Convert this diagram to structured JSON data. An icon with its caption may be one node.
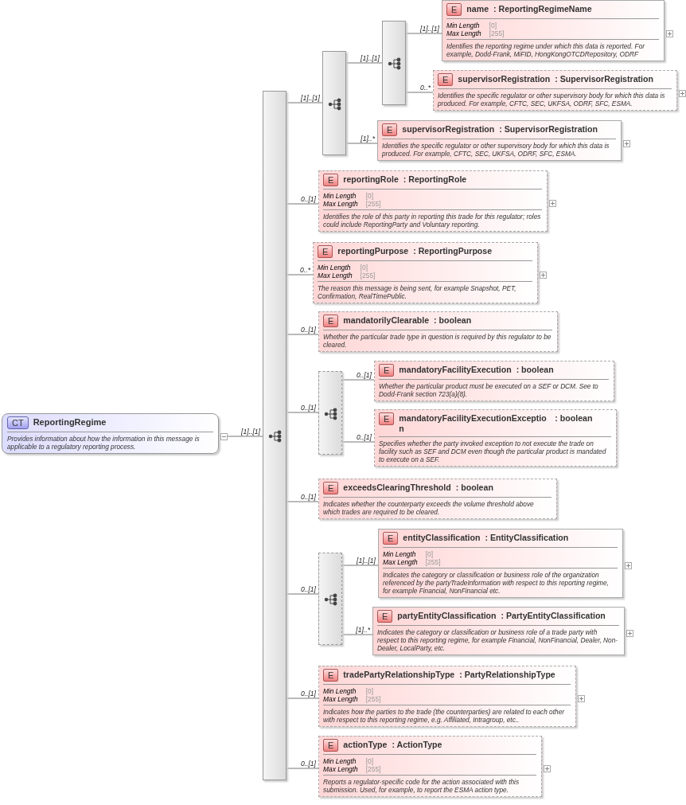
{
  "diagram": {
    "nodes": [
      {
        "text": [
          "CT",
          "ReportingRegime",
          "Provides information about how the information in this message is applicable to a regulatory reporting process."
        ]
      },
      {
        "text": [],
        "shape": "box"
      },
      {
        "text": [],
        "shape": "box"
      },
      {
        "text": [],
        "shape": "box"
      },
      {
        "text": [
          "E",
          "name",
          ": ReportingRegimeName",
          "Min Length",
          "[0]",
          "Max Length",
          "[255]",
          "Identifies the reporting regime under which this data is reported. For example, Dodd-Frank, MiFID, HongKongOTCDRepository, ODRF"
        ]
      },
      {
        "text": [
          "E",
          "supervisorRegistration",
          ": SupervisorRegistration",
          "Identifies the specific regulator or other supervisory body for which this data is produced. For example, CFTC, SEC, UKFSA, ODRF, SFC, ESMA."
        ]
      },
      {
        "text": [
          "E",
          "supervisorRegistration",
          ": SupervisorRegistration",
          "Identifies the specific regulator or other supervisory body for which this data is produced. For example, CFTC, SEC, UKFSA, ODRF, SFC, ESMA."
        ]
      },
      {
        "text": [
          "E",
          "reportingRole",
          ": ReportingRole",
          "Min Length",
          "[0]",
          "Max Length",
          "[255]",
          "Identifies the role of this party in reporting this trade for this regulator; roles could include ReportingParty and Voluntary reporting."
        ]
      },
      {
        "text": [
          "E",
          "reportingPurpose",
          ": ReportingPurpose",
          "Min Length",
          "[0]",
          "Max Length",
          "[255]",
          "The reason this message is being sent, for example Snapshot, PET, Confirmation, RealTimePublic."
        ]
      },
      {
        "text": [
          "E",
          "mandatorilyClearable",
          ": boolean",
          "Whether the particular trade type in question is required by this regulator to be cleared."
        ]
      },
      {
        "text": [],
        "shape": "box"
      },
      {
        "text": [
          "E",
          "mandatoryFacilityExecution",
          ": boolean",
          "Whether the particular product must be executed on a SEF or DCM. See to Dodd-Frank section 723(a)(8)."
        ]
      },
      {
        "text": [
          "E",
          "mandatoryFacilityExecutionException",
          ": boolean",
          "Specifies whether the party invoked exception to not execute the trade on facility such as SEF and DCM even though the particular product is mandated to execute on a SEF."
        ]
      },
      {
        "text": [
          "E",
          "exceedsClearingThreshold",
          ": boolean",
          "Indicates whether the counterparty exceeds the volume threshold above which trades are required to be cleared."
        ]
      },
      {
        "text": [],
        "shape": "box"
      },
      {
        "text": [
          "E",
          "entityClassification",
          ": EntityClassification",
          "Min Length",
          "[0]",
          "Max Length",
          "[255]",
          "Indicates the category or classification or business role of the organization referenced by the partyTradeInformation with respect to this reporting regime, for example Financial, NonFinancial etc."
        ]
      },
      {
        "text": [
          "E",
          "partyEntityClassification",
          ": PartyEntityClassification",
          "Indicates the category or classification or business role of a trade party with respect to this reporting regime, for example Financial, NonFinancial, Dealer, Non-Dealer, LocalParty, etc."
        ]
      },
      {
        "text": [
          "E",
          "tradePartyRelationshipType",
          ": PartyRelationshipType",
          "Min Length",
          "[0]",
          "Max Length",
          "[255]",
          "Indicates how the parties to the trade (the counterparties) are related to each other with respect to this reporting regime, e.g. Affiliated, Intragroup, etc.."
        ]
      },
      {
        "text": [
          "E",
          "actionType",
          ": ActionType",
          "Min Length",
          "[0]",
          "Max Length",
          "[255]",
          "Reports a regulator-specific code for the action associated with this submission. Used, for example, to report the ESMA action type."
        ]
      }
    ],
    "edges": [
      {
        "from": 0,
        "to": 1,
        "arrow": "none",
        "label": "[1]..[1]"
      },
      {
        "from": 1,
        "to": 2,
        "arrow": "none",
        "label": "[1]..[1]"
      },
      {
        "from": 2,
        "to": 3,
        "arrow": "none",
        "label": "[1]..[1]"
      },
      {
        "from": 3,
        "to": 4,
        "arrow": "none",
        "label": "[1]..[1]"
      },
      {
        "from": 3,
        "to": 5,
        "arrow": "none",
        "label": "0..*"
      },
      {
        "from": 2,
        "to": 6,
        "arrow": "none",
        "label": "[1]..*"
      },
      {
        "from": 1,
        "to": 7,
        "arrow": "none",
        "label": "0..[1]"
      },
      {
        "from": 1,
        "to": 8,
        "arrow": "none",
        "label": "0..*"
      },
      {
        "from": 1,
        "to": 9,
        "arrow": "none",
        "label": "0..[1]"
      },
      {
        "from": 1,
        "to": 10,
        "arrow": "none",
        "label": "0..[1]"
      },
      {
        "from": 10,
        "to": 11,
        "arrow": "none",
        "label": "0..[1]"
      },
      {
        "from": 10,
        "to": 12,
        "arrow": "none",
        "label": "0..[1]"
      },
      {
        "from": 1,
        "to": 13,
        "arrow": "none",
        "label": "0..[1]"
      },
      {
        "from": 1,
        "to": 14,
        "arrow": "none",
        "label": "0..[1]"
      },
      {
        "from": 14,
        "to": 15,
        "arrow": "none",
        "label": "[1]..[1]"
      },
      {
        "from": 14,
        "to": 16,
        "arrow": "none",
        "label": "[1]..*"
      },
      {
        "from": 1,
        "to": 17,
        "arrow": "none",
        "label": "0..[1]"
      },
      {
        "from": 1,
        "to": 18,
        "arrow": "none",
        "label": "0..[1]"
      }
    ]
  }
}
